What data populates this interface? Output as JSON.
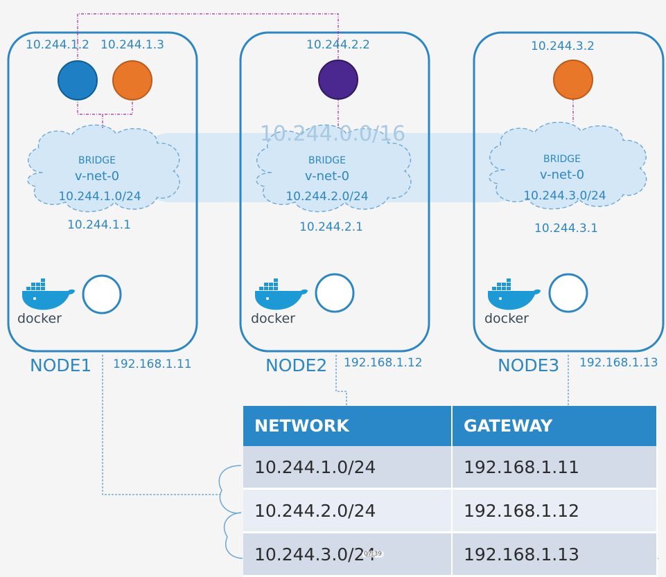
{
  "cluster_network": "10.244.0.0/16",
  "nodes": [
    {
      "name": "NODE1",
      "ip": "192.168.1.11",
      "pods": [
        {
          "ip": "10.244.1.2",
          "color": "#1f7fc4"
        },
        {
          "ip": "10.244.1.3",
          "color": "#e8772a"
        }
      ],
      "bridge": {
        "tag": "BRIDGE",
        "name": "v-net-0",
        "subnet": "10.244.1.0/24",
        "gateway": "10.244.1.1"
      },
      "runtime": "docker"
    },
    {
      "name": "NODE2",
      "ip": "192.168.1.12",
      "pods": [
        {
          "ip": "10.244.2.2",
          "color": "#4b2790"
        }
      ],
      "bridge": {
        "tag": "BRIDGE",
        "name": "v-net-0",
        "subnet": "10.244.2.0/24",
        "gateway": "10.244.2.1"
      },
      "runtime": "docker"
    },
    {
      "name": "NODE3",
      "ip": "192.168.1.13",
      "pods": [
        {
          "ip": "10.244.3.2",
          "color": "#e8772a"
        }
      ],
      "bridge": {
        "tag": "BRIDGE",
        "name": "v-net-0",
        "subnet": "10.244.3.0/24",
        "gateway": "10.244.3.1"
      },
      "runtime": "docker"
    }
  ],
  "route_table": {
    "headers": {
      "network": "NETWORK",
      "gateway": "GATEWAY"
    },
    "rows": [
      {
        "network": "10.244.1.0/24",
        "gateway": "192.168.1.11"
      },
      {
        "network": "10.244.2.0/24",
        "gateway": "192.168.1.12"
      },
      {
        "network": "10.244.3.0/24",
        "gateway": "192.168.1.13"
      }
    ]
  },
  "video_timestamp": "07:39",
  "colors": {
    "node_border": "#2e86c1",
    "cloud_fill": "#d3e7f6",
    "cloud_stroke": "#6aa6d6",
    "link_line": "#a52aa0",
    "route_line": "#3f83c4",
    "table_header": "#2a87c8"
  }
}
